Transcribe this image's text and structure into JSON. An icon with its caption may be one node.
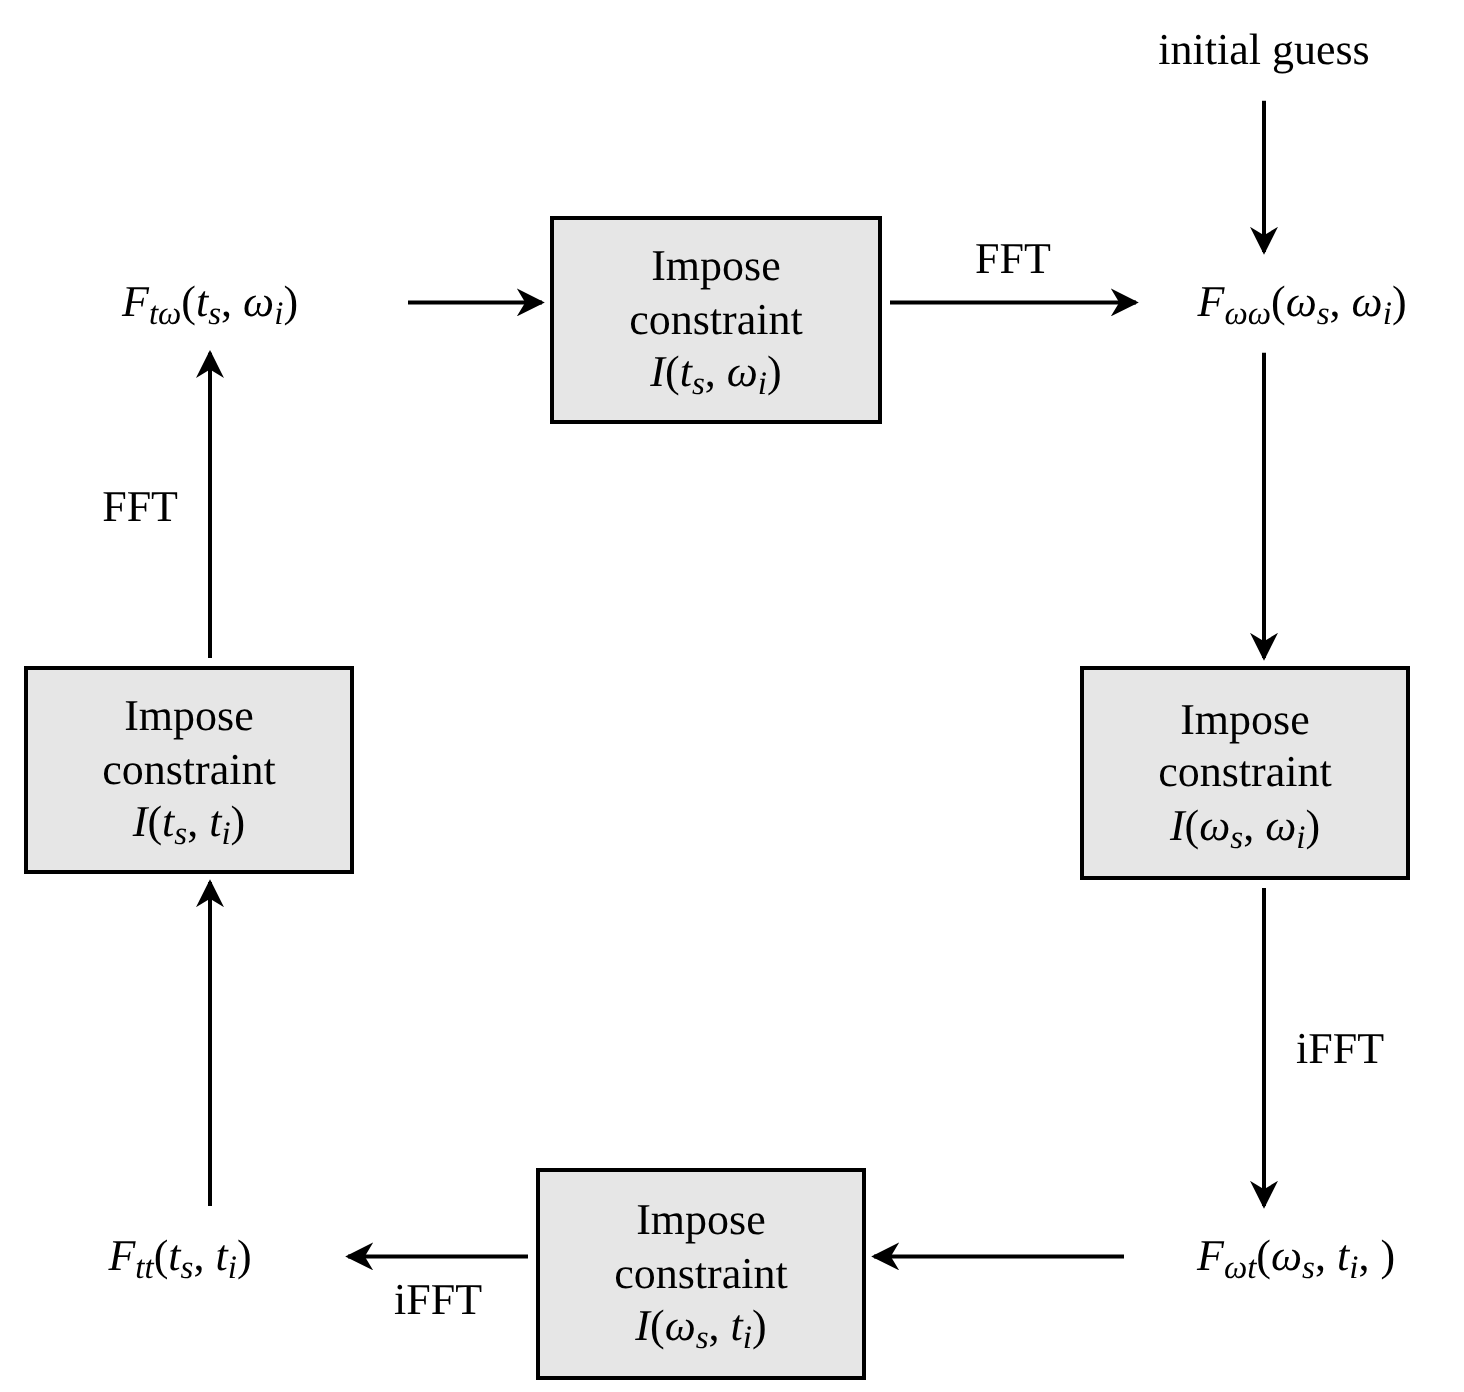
{
  "diagram": {
    "nodes": [
      {
        "text": [
          "initial guess"
        ]
      },
      {
        "text": [
          "*F*$_{tω}$(*t*$_{s}$, *ω*$_{i}$)"
        ]
      },
      {
        "text": [
          "Impose constraint",
          "*I*(*t*$_{s}$, *ω*$_{i}$)"
        ]
      },
      {
        "text": [
          "*F*$_{ωω}$(*ω*$_{s}$, *ω*$_{i}$)"
        ]
      },
      {
        "text": [
          "Impose constraint",
          "*I*(*t*$_{s}$, *t*$_{i}$)"
        ]
      },
      {
        "text": [
          "Impose constraint",
          "*I*(*ω*$_{s}$, *ω*$_{i}$)"
        ]
      },
      {
        "text": [
          "*F*$_{tt}$(*t*$_{s}$, *t*$_{i}$)"
        ]
      },
      {
        "text": [
          "Impose constraint",
          "*I*(*ω*$_{s}$, *t*$_{i}$)"
        ]
      },
      {
        "text": [
          "*F*$_{ωt}$(*ω*$_{s}$, *t*$_{i}$, )"
        ]
      }
    ],
    "edges": [
      {
        "from": 0,
        "to": 3,
        "arrow": "to"
      },
      {
        "from": 1,
        "to": 2,
        "arrow": "to"
      },
      {
        "from": 2,
        "to": 3,
        "arrow": "to",
        "label": "FFT"
      },
      {
        "from": 3,
        "to": 5,
        "arrow": "to"
      },
      {
        "from": 5,
        "to": 8,
        "arrow": "to",
        "label": "iFFT"
      },
      {
        "from": 8,
        "to": 7,
        "arrow": "to"
      },
      {
        "from": 7,
        "to": 6,
        "arrow": "to",
        "label": "iFFT"
      },
      {
        "from": 6,
        "to": 4,
        "arrow": "to"
      },
      {
        "from": 4,
        "to": 1,
        "arrow": "to",
        "label": "FFT"
      }
    ]
  }
}
